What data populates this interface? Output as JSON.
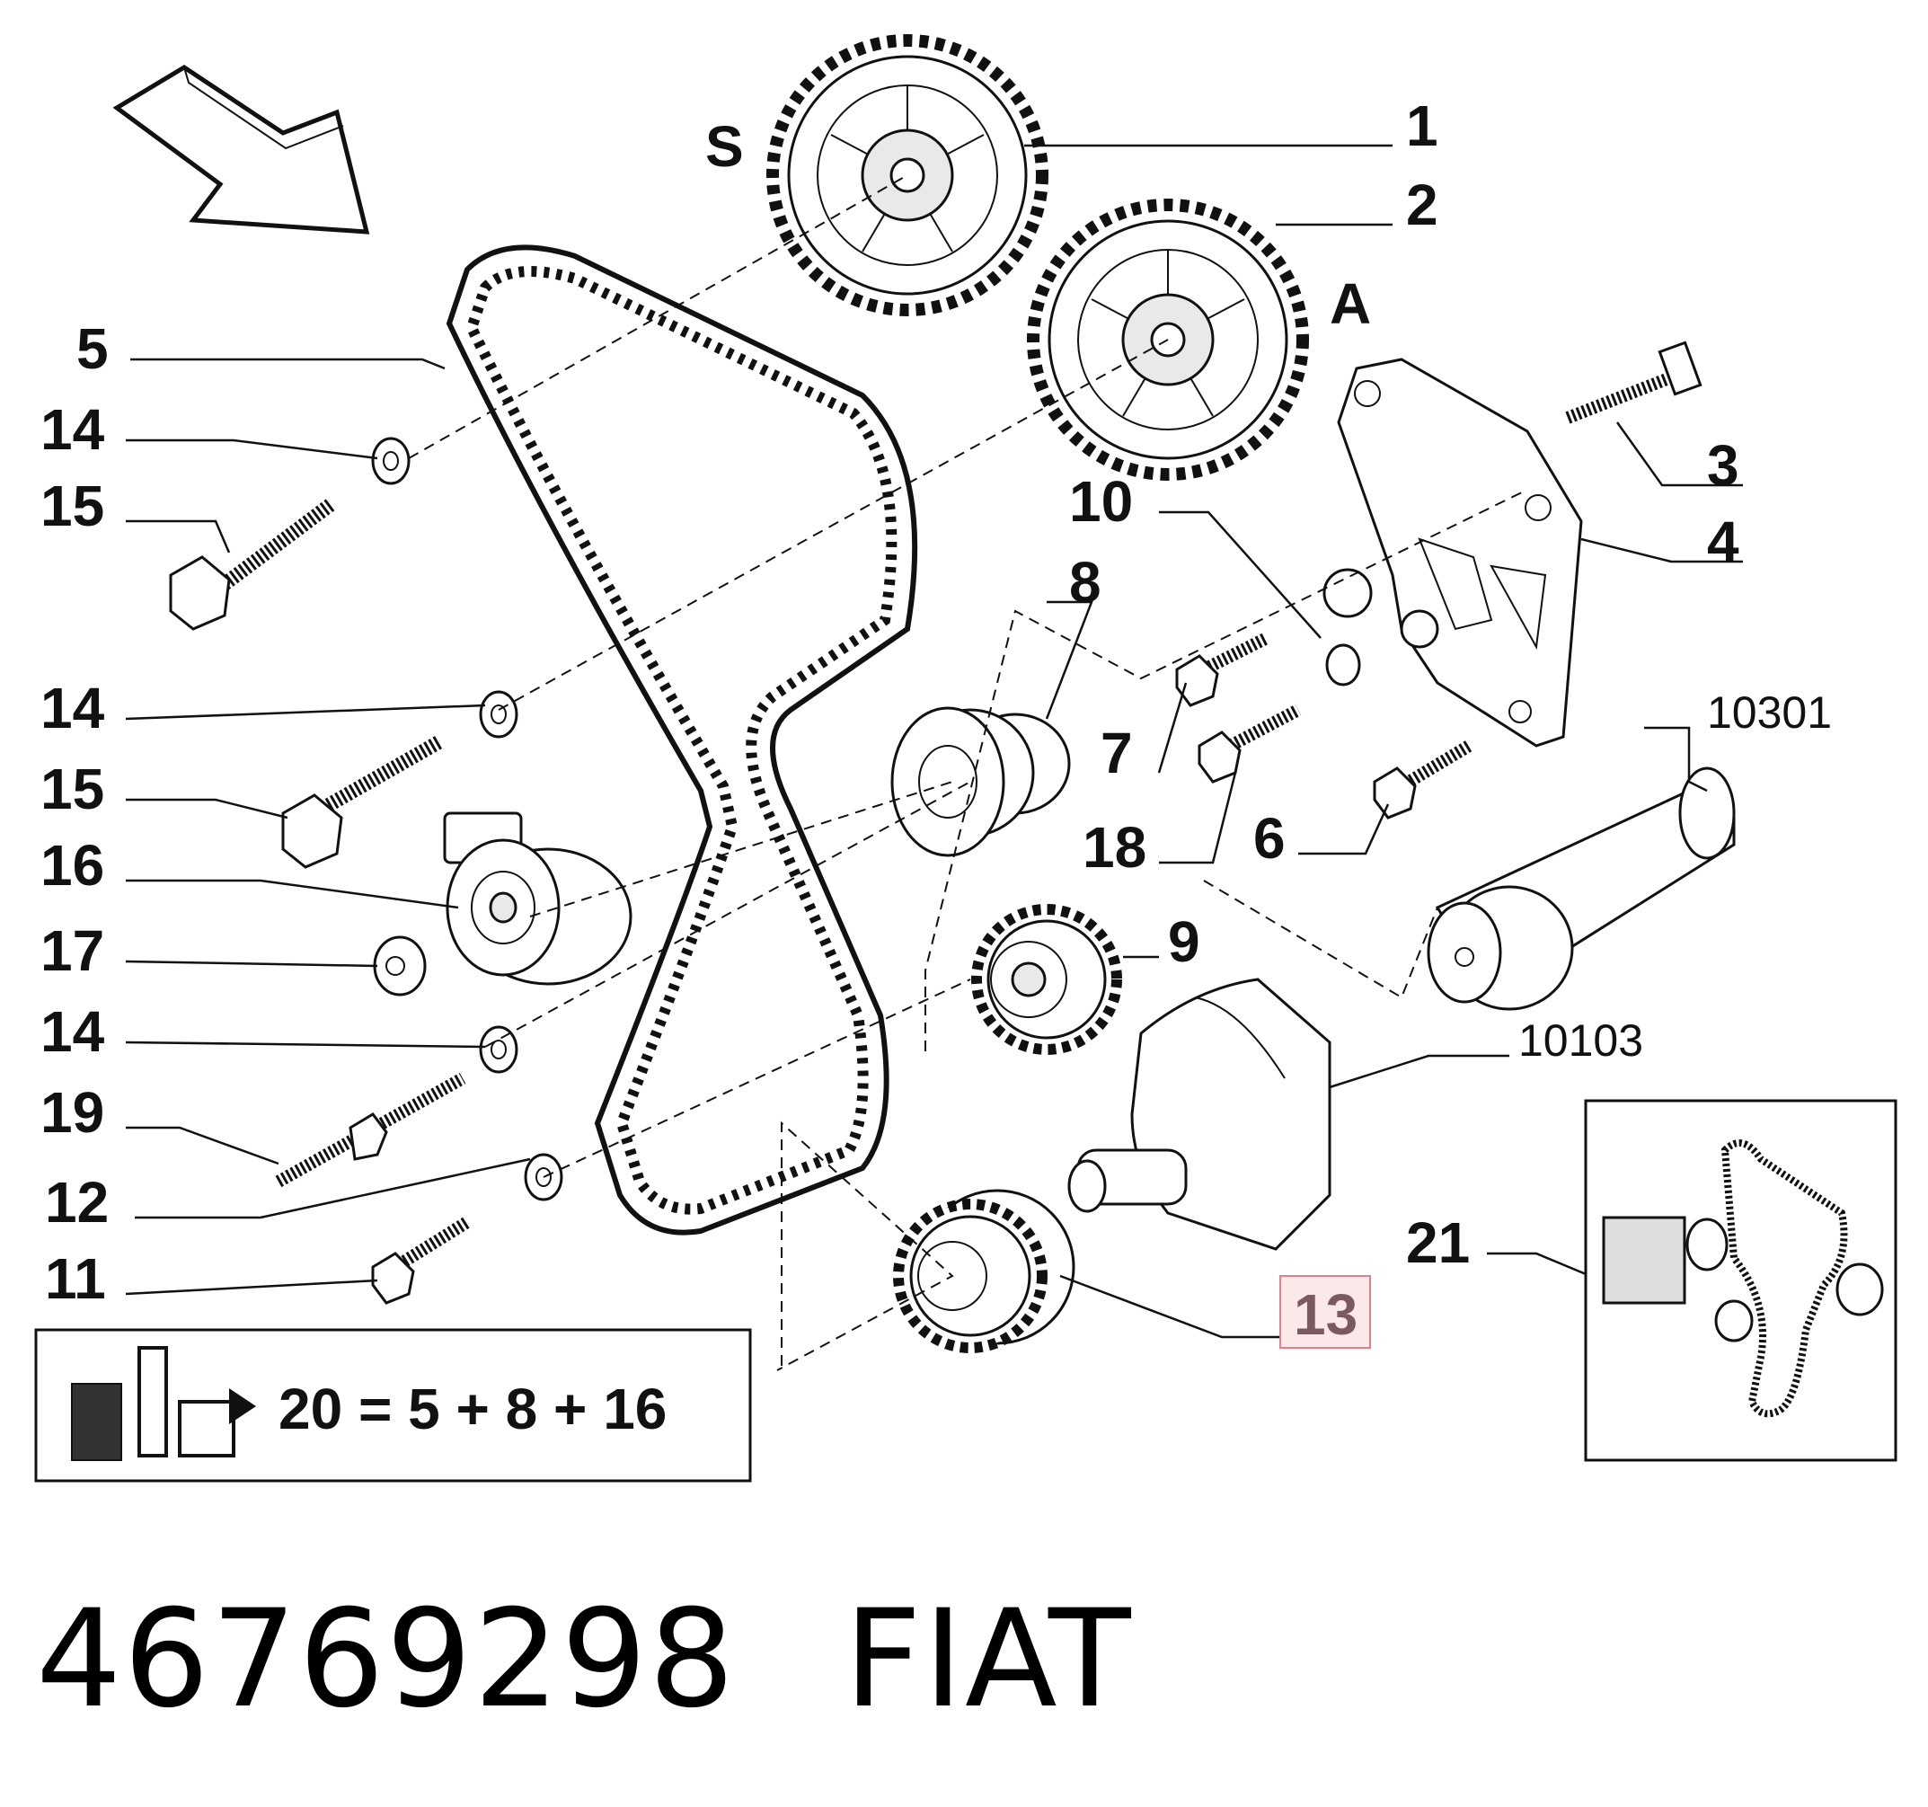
{
  "labels": {
    "l1": "1",
    "l2": "2",
    "lS": "S",
    "lA": "A",
    "l3": "3",
    "l4": "4",
    "l5": "5",
    "l6": "6",
    "l7": "7",
    "l8": "8",
    "l9": "9",
    "l10": "10",
    "l11": "11",
    "l12": "12",
    "l13": "13",
    "l14a": "14",
    "l14b": "14",
    "l14c": "14",
    "l15a": "15",
    "l15b": "15",
    "l16": "16",
    "l17": "17",
    "l18": "18",
    "l19": "19",
    "l21": "21",
    "l10301": "10301",
    "l10103": "10103"
  },
  "kit_box": {
    "formula": "20 = 5 + 8 + 16"
  },
  "highlight": {
    "label": "13",
    "border_color": "#e0808a",
    "fill_color": "#fbe9ea"
  },
  "footer": {
    "part_number": "46769298",
    "brand": "FIAT"
  }
}
